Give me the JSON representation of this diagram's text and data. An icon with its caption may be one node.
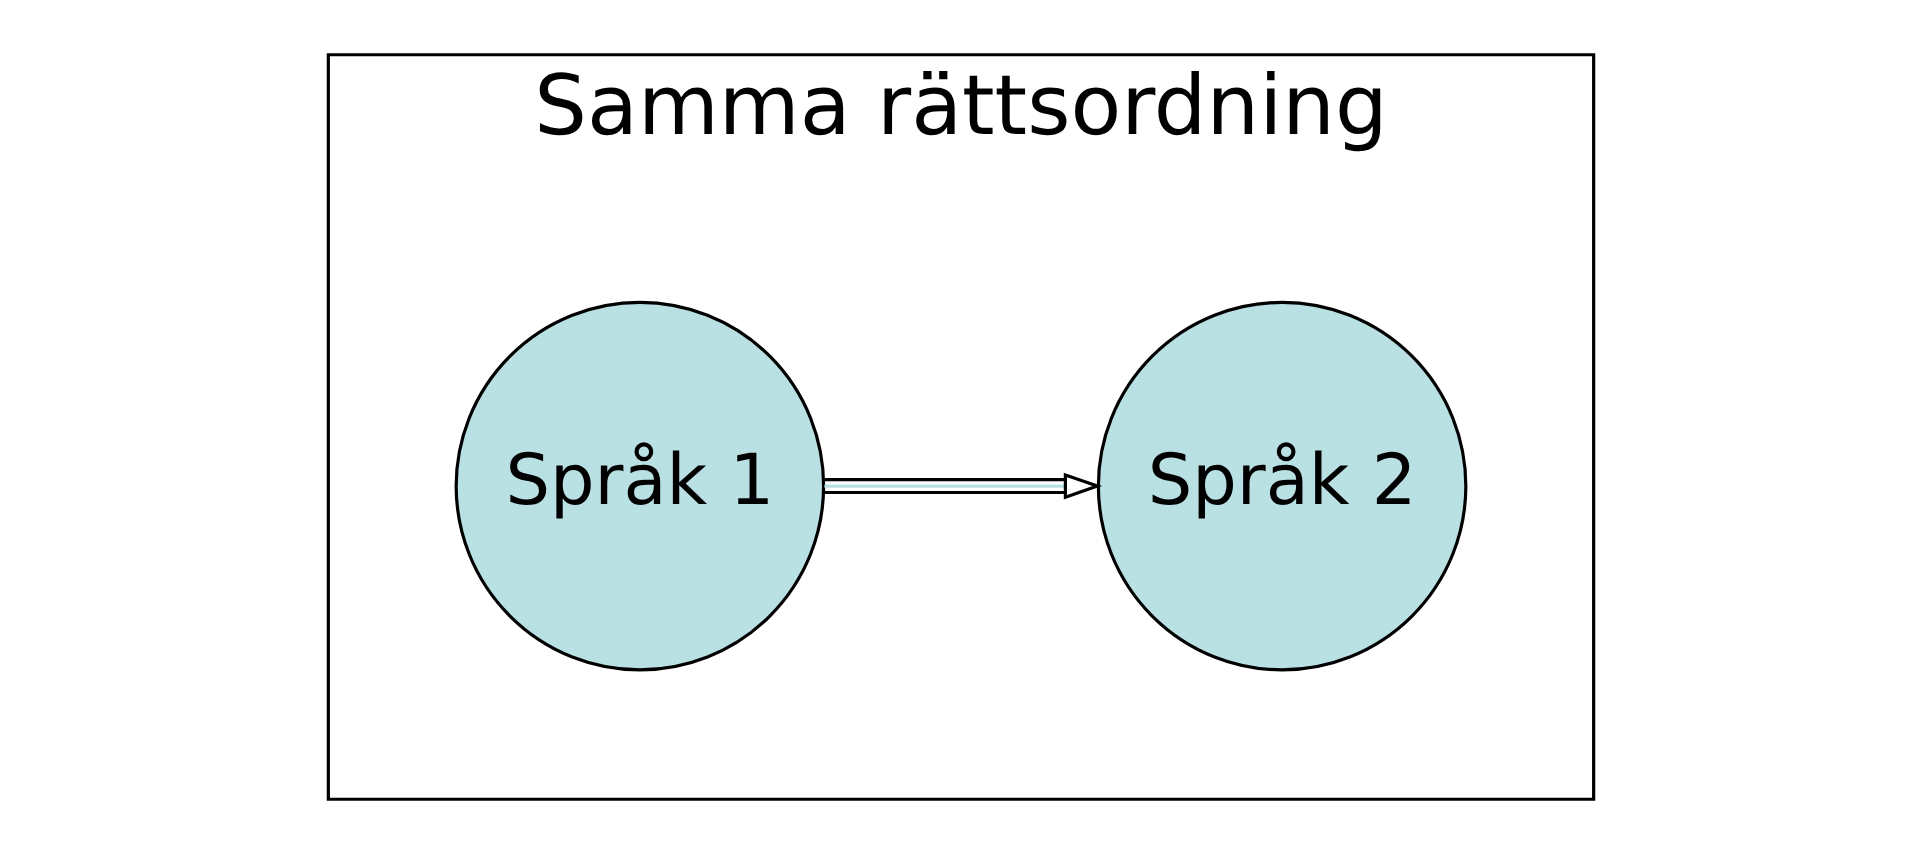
{
  "diagram": {
    "nodes": [
      {
        "text": [
          "Samma rättsordning"
        ]
      },
      {
        "text": [
          "Språk 1"
        ],
        "in": 0
      },
      {
        "text": [
          "Språk 2"
        ],
        "in": 0
      }
    ],
    "edges": [
      {
        "from": 1,
        "to": 2,
        "arrow": "to"
      }
    ]
  }
}
